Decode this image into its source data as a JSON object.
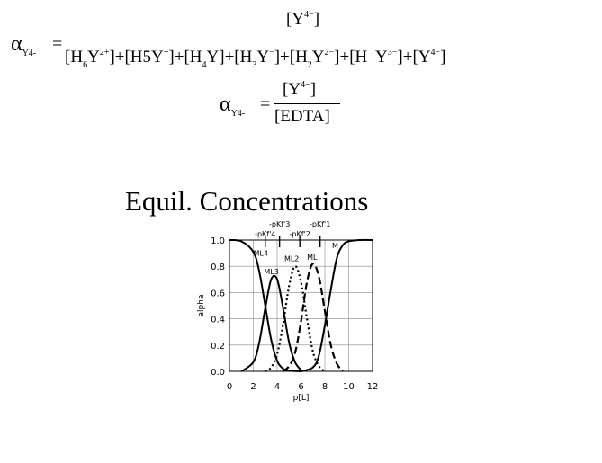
{
  "equations": {
    "eq1": {
      "lhs_symbol": "α",
      "lhs_sub": "Y4-",
      "equals": "=",
      "numerator": {
        "main": "[Y",
        "sup": "4−",
        "close": "]"
      },
      "denominator_terms": [
        {
          "main": "[H",
          "sub": "6",
          "mid": "Y",
          "sup": "2+",
          "close": "]"
        },
        {
          "main": "+[H5Y",
          "sup": "+",
          "close": "]"
        },
        {
          "main": "+[H",
          "sub": "4",
          "mid": "Y",
          "close": "]"
        },
        {
          "main": "+[H",
          "sub": "3",
          "mid": "Y",
          "sup": "−",
          "close": "]"
        },
        {
          "main": "+[H",
          "sub": "2",
          "mid": "Y",
          "sup": "2−",
          "close": "]"
        },
        {
          "main": "+[H  Y",
          "sup": "3−",
          "close": "]"
        },
        {
          "main": "+[Y",
          "sup": "4−",
          "close": "]"
        }
      ]
    },
    "eq2": {
      "lhs_symbol": "α",
      "lhs_sub": "Y4-",
      "equals": "=",
      "numerator": {
        "main": "[Y",
        "sup": "4−",
        "close": "]"
      },
      "denominator": "[EDTA]"
    }
  },
  "chart_data": {
    "type": "line",
    "title": "Equil. Concentrations",
    "xlabel": "p[L]",
    "ylabel": "alpha",
    "xlim": [
      0,
      12
    ],
    "ylim": [
      0,
      1.0
    ],
    "grid": true,
    "x_ticks": [
      "0",
      "2",
      "4",
      "6",
      "8",
      "10",
      "12"
    ],
    "y_ticks": [
      "0.0",
      "0.2",
      "0.4",
      "0.6",
      "0.8",
      "1.0"
    ],
    "pK_markers": [
      {
        "label": "-pKf'4",
        "x": 3.0
      },
      {
        "label": "-pKf'3",
        "x": 4.2
      },
      {
        "label": "-pKf'2",
        "x": 5.9
      },
      {
        "label": "-pKf'1",
        "x": 7.6
      }
    ],
    "series": [
      {
        "name": "ML4",
        "x": [
          0,
          1,
          2,
          2.5,
          3,
          3.5,
          4,
          4.5,
          5,
          6
        ],
        "y": [
          1.0,
          0.99,
          0.91,
          0.76,
          0.5,
          0.24,
          0.08,
          0.02,
          0.005,
          0.0
        ]
      },
      {
        "name": "ML3",
        "x": [
          1,
          2,
          2.5,
          3,
          3.5,
          4,
          4.5,
          5,
          5.5,
          6
        ],
        "y": [
          0.0,
          0.07,
          0.22,
          0.48,
          0.7,
          0.7,
          0.48,
          0.22,
          0.07,
          0.01
        ]
      },
      {
        "name": "ML2",
        "x": [
          3,
          3.5,
          4,
          4.5,
          5,
          5.5,
          6,
          6.5,
          7,
          7.5,
          8
        ],
        "y": [
          0.0,
          0.03,
          0.13,
          0.36,
          0.65,
          0.8,
          0.68,
          0.4,
          0.15,
          0.04,
          0.0
        ]
      },
      {
        "name": "ML",
        "x": [
          4.5,
          5,
          5.5,
          6,
          6.5,
          7,
          7.5,
          8,
          8.5,
          9,
          9.5
        ],
        "y": [
          0.0,
          0.04,
          0.14,
          0.38,
          0.68,
          0.82,
          0.72,
          0.46,
          0.2,
          0.06,
          0.0
        ]
      },
      {
        "name": "M",
        "x": [
          6,
          7,
          7.5,
          8,
          8.5,
          9,
          9.5,
          10,
          11,
          12
        ],
        "y": [
          0.0,
          0.03,
          0.12,
          0.35,
          0.62,
          0.86,
          0.96,
          0.99,
          1.0,
          1.0
        ]
      }
    ]
  }
}
